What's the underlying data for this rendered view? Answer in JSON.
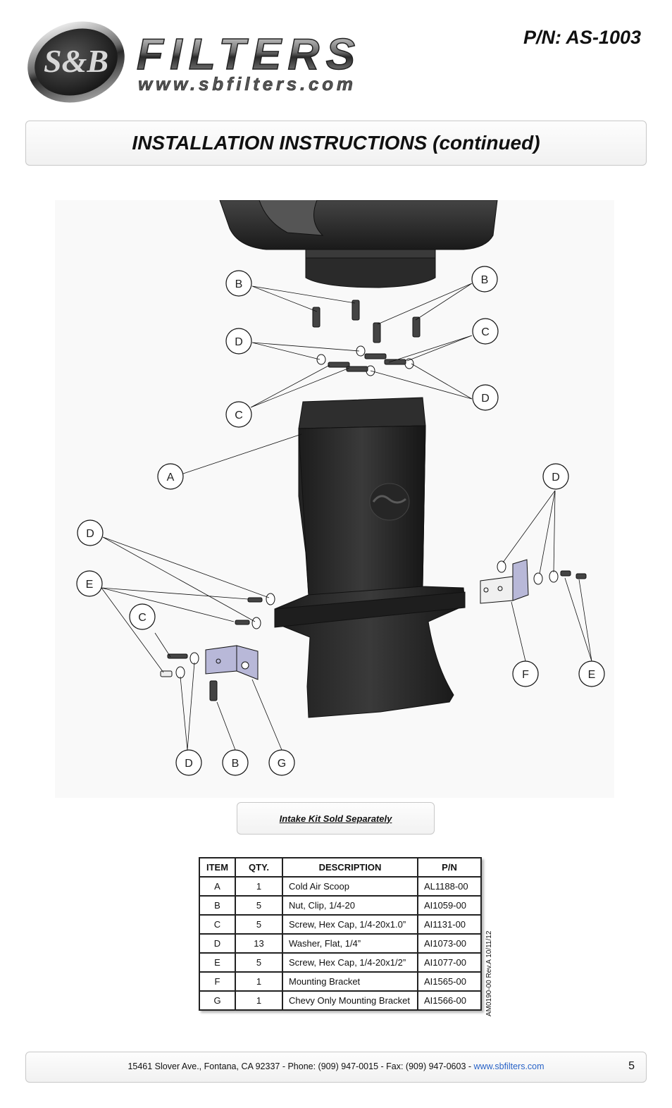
{
  "header": {
    "logo_badge": "S&B",
    "logo_word": "FILTERS",
    "logo_url": "www.sbfilters.com",
    "part_number": "P/N: AS-1003"
  },
  "title": "INSTALLATION INSTRUCTIONS  (continued)",
  "diagram": {
    "callouts": [
      "A",
      "B",
      "C",
      "D",
      "E",
      "F",
      "G"
    ]
  },
  "note": "Intake Kit Sold Separately",
  "parts_table": {
    "headers": [
      "ITEM",
      "QTY.",
      "DESCRIPTION",
      "P/N"
    ],
    "rows": [
      {
        "item": "A",
        "qty": "1",
        "desc": "Cold Air Scoop",
        "pn": "AL1188-00"
      },
      {
        "item": "B",
        "qty": "5",
        "desc": "Nut, Clip, 1/4-20",
        "pn": "AI1059-00"
      },
      {
        "item": "C",
        "qty": "5",
        "desc": "Screw, Hex Cap, 1/4-20x1.0”",
        "pn": "AI1131-00"
      },
      {
        "item": "D",
        "qty": "13",
        "desc": "Washer, Flat, 1/4”",
        "pn": "AI1073-00"
      },
      {
        "item": "E",
        "qty": "5",
        "desc": "Screw, Hex Cap, 1/4-20x1/2”",
        "pn": "AI1077-00"
      },
      {
        "item": "F",
        "qty": "1",
        "desc": "Mounting Bracket",
        "pn": "AI1565-00"
      },
      {
        "item": "G",
        "qty": "1",
        "desc": "Chevy Only Mounting Bracket",
        "pn": "AI1566-00"
      }
    ]
  },
  "revision": "AM0190-00 Rev.A 10/11/12",
  "footer": {
    "address": "15461 Slover Ave., Fontana, CA 92337 - Phone: (909) 947-0015 - Fax: (909) 947-0603 - ",
    "website": "www.sbfilters.com",
    "page": "5"
  }
}
